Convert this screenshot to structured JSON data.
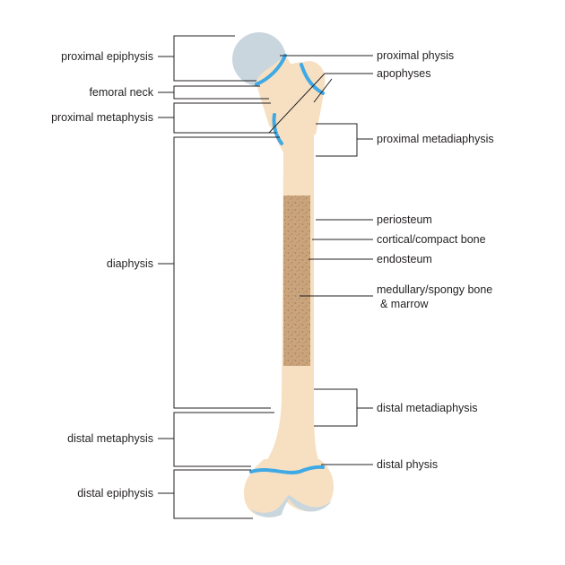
{
  "colors": {
    "bone": "#f7e0c2",
    "marrow": "#c9a47c",
    "marrow_speckle": "#a97f55",
    "cartilage": "#c9d6de",
    "physis": "#3fa9e5",
    "line": "#231f20"
  },
  "labels": {
    "left": {
      "proximal_epiphysis": "proximal epiphysis",
      "femoral_neck": "femoral neck",
      "proximal_metaphysis": "proximal metaphysis",
      "diaphysis": "diaphysis",
      "distal_metaphysis": "distal metaphysis",
      "distal_epiphysis": "distal epiphysis"
    },
    "right": {
      "proximal_physis": "proximal physis",
      "apophyses": "apophyses",
      "proximal_metadiaphysis": "proximal metadiaphysis",
      "periosteum": "periosteum",
      "cortical_bone": "cortical/compact bone",
      "endosteum": "endosteum",
      "medullary_line1": "medullary/spongy bone",
      "medullary_line2": "& marrow",
      "distal_metadiaphysis": "distal metadiaphysis",
      "distal_physis": "distal physis"
    }
  }
}
